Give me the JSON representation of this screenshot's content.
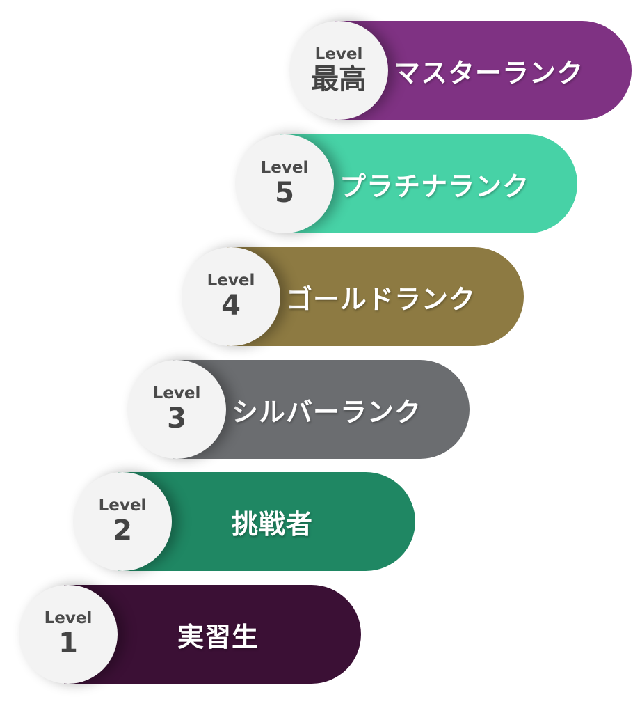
{
  "ranks": [
    {
      "caption": "Level",
      "level": "最高",
      "name": "マスターランク",
      "color": "#7f3283"
    },
    {
      "caption": "Level",
      "level": "5",
      "name": "プラチナランク",
      "color": "#47d2a6"
    },
    {
      "caption": "Level",
      "level": "4",
      "name": "ゴールドランク",
      "color": "#8d7a42"
    },
    {
      "caption": "Level",
      "level": "3",
      "name": "シルバーランク",
      "color": "#6b6d70"
    },
    {
      "caption": "Level",
      "level": "2",
      "name": "挑戦者",
      "color": "#1f8763"
    },
    {
      "caption": "Level",
      "level": "1",
      "name": "実習生",
      "color": "#3b1035"
    }
  ]
}
